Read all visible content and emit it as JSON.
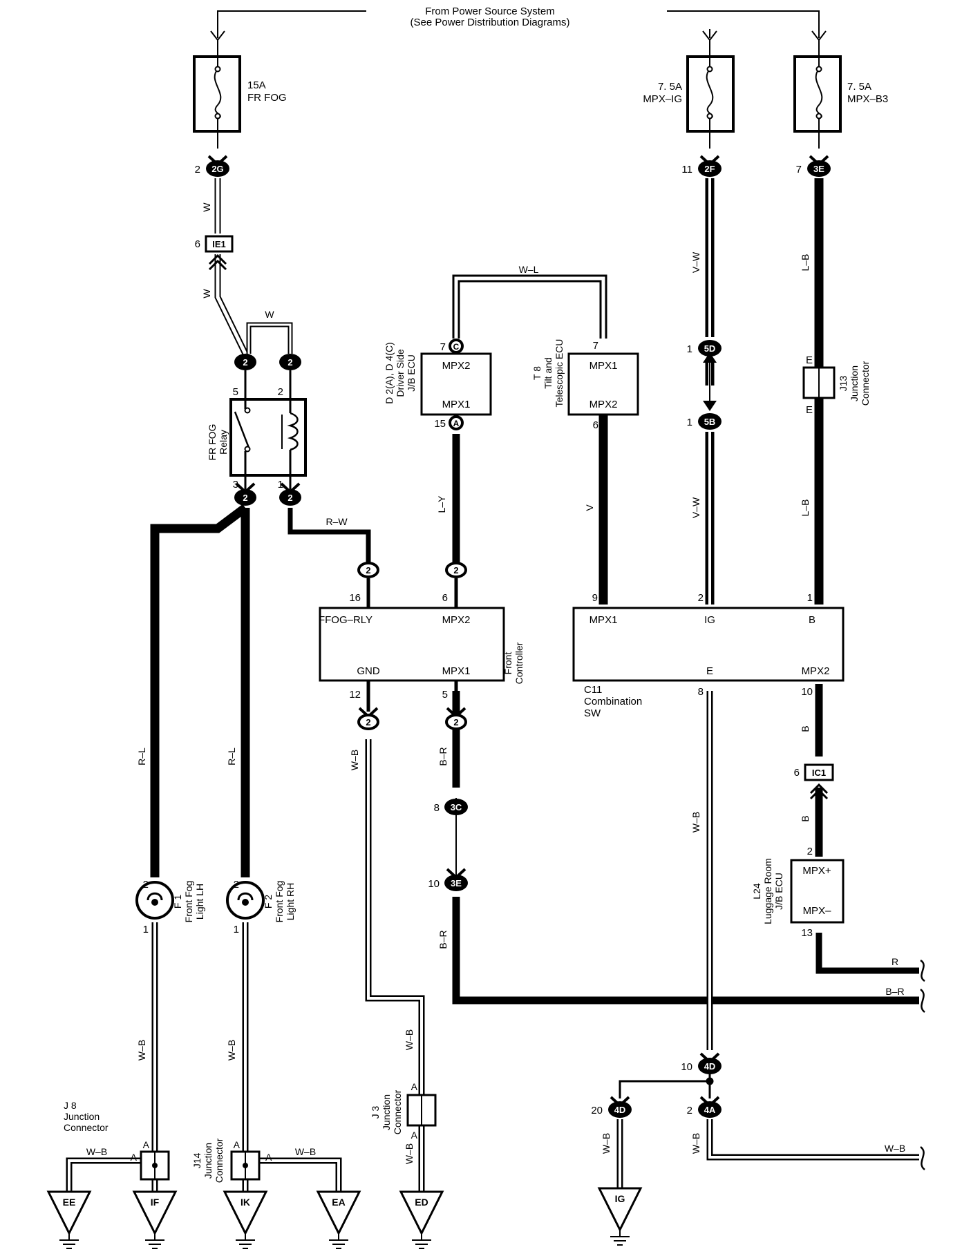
{
  "header": {
    "line1": "From Power Source System",
    "line2": "(See Power Distribution Diagrams)"
  },
  "fuses": {
    "fr_fog": {
      "rating": "15A",
      "name": "FR FOG"
    },
    "mpx_ig": {
      "rating": "7. 5A",
      "name": "MPX–IG"
    },
    "mpx_b3": {
      "rating": "7. 5A",
      "name": "MPX–B3"
    }
  },
  "connectors": {
    "c2g": {
      "id": "2G",
      "pin": "2"
    },
    "cie1": {
      "id": "IE1",
      "pin": "6"
    },
    "c2f": {
      "id": "2F",
      "pin": "11"
    },
    "c3e_top": {
      "id": "3E",
      "pin": "7"
    },
    "c5d": {
      "id": "5D",
      "pin": "1"
    },
    "c5b": {
      "id": "5B",
      "pin": "1"
    },
    "relay_top_l": {
      "id": "2"
    },
    "relay_top_r": {
      "id": "2"
    },
    "relay_bot_l": {
      "id": "2"
    },
    "relay_bot_r": {
      "id": "2"
    },
    "fc_in_l": {
      "id": "2"
    },
    "fc_in_r": {
      "id": "2"
    },
    "fc_out_l": {
      "id": "2"
    },
    "fc_out_r": {
      "id": "2"
    },
    "c3c": {
      "id": "3C",
      "pin": "8"
    },
    "c3e_low": {
      "id": "3E",
      "pin": "10"
    },
    "cic1": {
      "id": "IC1",
      "pin": "6"
    },
    "c4d_mid": {
      "id": "4D",
      "pin": "10"
    },
    "c4d_low": {
      "id": "4D",
      "pin": "20"
    },
    "c4a": {
      "id": "4A",
      "pin": "2"
    },
    "c_ecu_c": {
      "id": "C",
      "pin": "7"
    },
    "c_ecu_a": {
      "id": "A",
      "pin": "15"
    }
  },
  "wires": {
    "w": "W",
    "w_l": "W–L",
    "v_w": "V–W",
    "l_b": "L–B",
    "r_w": "R–W",
    "l_y": "L–Y",
    "v": "V",
    "r_l": "R–L",
    "w_b": "W–B",
    "b_r": "B–R",
    "b": "B",
    "r": "R"
  },
  "relay": {
    "name_line1": "FR FOG",
    "name_line2": "Relay",
    "pin5": "5",
    "pin2": "2",
    "pin3": "3",
    "pin1": "1"
  },
  "jb_ecu": {
    "id_line1": "D 2(A), D 4(C)",
    "id_line2": "Driver Side",
    "id_line3": "J/B ECU",
    "top": "MPX2",
    "bottom": "MPX1"
  },
  "tilt_ecu": {
    "id_line1": "T 8",
    "id_line2": "Tilt and",
    "id_line3": "Telescopic ECU",
    "top": "MPX1",
    "bottom": "MPX2",
    "pin_top": "7",
    "pin_bot": "6"
  },
  "front_controller": {
    "name_line1": "Front",
    "name_line2": "Controller",
    "ffog": "FFOG–RLY",
    "mpx2": "MPX2",
    "gnd": "GND",
    "mpx1": "MPX1",
    "pin16": "16",
    "pin6": "6",
    "pin12": "12",
    "pin5": "5"
  },
  "combination_sw": {
    "id": "C11",
    "name_line1": "Combination",
    "name_line2": "SW",
    "mpx1": "MPX1",
    "ig": "IG",
    "b": "B",
    "e": "E",
    "mpx2": "MPX2",
    "pin9": "9",
    "pin2": "2",
    "pin1": "1",
    "pin8": "8",
    "pin10": "10"
  },
  "j13": {
    "id": "J13",
    "name_line1": "Junction",
    "name_line2": "Connector",
    "pin": "E"
  },
  "luggage_ecu": {
    "id": "L24",
    "name_line1": "Luggage Room",
    "name_line2": "J/B ECU",
    "top": "MPX+",
    "bottom": "MPX–",
    "pin_top": "2",
    "pin_bot": "13"
  },
  "fog_lh": {
    "id": "F 1",
    "name_line1": "Front Fog",
    "name_line2": "Light LH",
    "pin_top": "2",
    "pin_bot": "1"
  },
  "fog_rh": {
    "id": "F 2",
    "name_line1": "Front Fog",
    "name_line2": "Light RH",
    "pin_top": "2",
    "pin_bot": "1"
  },
  "j8": {
    "id": "J 8",
    "name_line1": "Junction",
    "name_line2": "Connector",
    "pin": "A"
  },
  "j14": {
    "id": "J14",
    "name_line1": "Junction",
    "name_line2": "Connector",
    "pin": "A"
  },
  "j3": {
    "id": "J 3",
    "name_line1": "Junction",
    "name_line2": "Connector",
    "pin": "A"
  },
  "grounds": {
    "ee": "EE",
    "if": "IF",
    "ik": "IK",
    "ea": "EA",
    "ed": "ED",
    "ig": "IG"
  }
}
